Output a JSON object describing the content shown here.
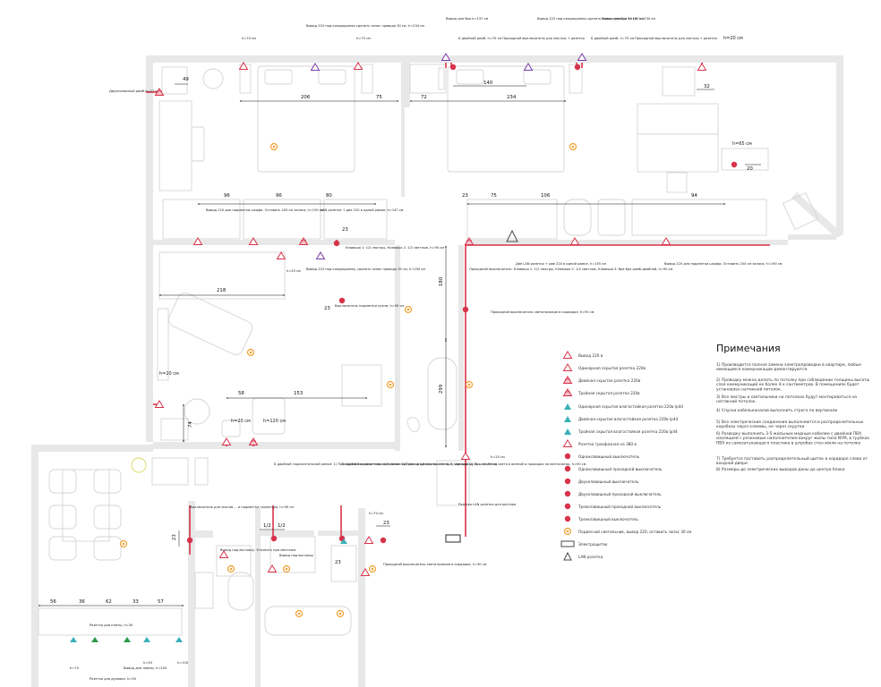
{
  "colors": {
    "wall": "#e8e8e8",
    "wire": "#d8324a",
    "lan": "#4a4a4a",
    "accent_orange": "#f0a030",
    "teal": "#3ab0b8",
    "green": "#2a9a4a",
    "dim": "#111111"
  },
  "dimensions": {
    "d49": "49",
    "d206": "206",
    "d75": "75",
    "d72": "72",
    "d140": "140",
    "d234": "234",
    "d32": "32",
    "d20": "20",
    "d96a": "96",
    "d96b": "96",
    "d80": "80",
    "d23a": "23",
    "d75b": "75",
    "d106": "106",
    "d94": "94",
    "d23b": "23",
    "d218": "218",
    "d23c": "23",
    "d180": "180",
    "d299": "299",
    "d58": "58",
    "d153": "153",
    "d74": "74",
    "d23d": "23",
    "d12a": "1/2",
    "d12b": "1/2",
    "d23e": "23",
    "d23f": "23",
    "d56": "56",
    "d36": "36",
    "d62": "62",
    "d33": "33",
    "d57": "57"
  },
  "heights": {
    "h_top_left_a": "h=70 см",
    "h_top_left_b": "h=70 см",
    "h_top_right": "h=20 см",
    "h_right_socket": "h=65 см",
    "h_corridor_left": "h=20 см",
    "h_mid_a": "h=20 см",
    "h_mid_b": "h=120 см",
    "h_bottom_right": "h=70 см",
    "h_bath_right": "h=20 см"
  },
  "callouts": {
    "c_left_double": "Двухполюсный ромб h=27 см",
    "c_top_output": "Вывод 220 под кондиционер сделать запас провода 30 см, h=234 см",
    "c_top_bra1": "Вывод для бра h=137 см",
    "c_top_double": "Б двойной ромб, h=70 см Проходной выключатель для люстры + розетка",
    "c_top_cond2": "Вывод 220 под кондиционер сделать запас провода 30 см, h=234 см",
    "c_top_bra2": "Вывод для бра h=137 см",
    "c_top_double2": "Б двойной ромб, h=70 см Проходной выключатель для люстры + розетка",
    "c_mid_tv": "Вывод 220 для подсветки шкафа. Оставить 200 см запаса, h=190 см",
    "c_mid_lan": "LAN розетка + две 220 в одной рамке, h=147 см",
    "c_mid_keys": "Клавиша 1: 1/2 люстры, Клавиша 2: 1/2 светлые, h=90 см",
    "c_mid_cond": "Вывод 220 под кондиционер, сделать запас провода 30 см, h=234 см",
    "c_mid_lan2": "Две LAN розетки + две 220 в одной рамке, h=155 см",
    "c_pass_sw": "Проходной выключатель. Клавиша 1: 1/2 люстры, Клавиша 2: 1/2 светлые, Клавиша 3: бра бра ромб-двойной, h=90 см",
    "c_right_out": "Вывод 220 для подсветки шкафа. Оставить 200 см запаса, h=190 см",
    "c_sw_kitchen": "Выключатель подсветки кухни, h=90 см",
    "c_corridor_sw": "Проходной выключатель светильников в коридоре, h=90 см",
    "c_bath_double": "Б двойной горизонтальной рамке: 1) Проходной выключатель на потолочный свет в кухне и на теп пол, зеркало. 2) Выключатель света в ванной и проходка на вентилятор, h=90 см",
    "c_bath_triple": "Б тройной горизонтальной рамке: 1) Проходной выключатель, 2) светодиод, 3) ... h=90 см",
    "c_kitchen_out": "Выключатель для листов ... и подсветки гарнитура, h=90 см",
    "c_hood": "Вывод под вытяжку. Уточнить при монтаже.",
    "c_bath_out": "Вывод под вытяжку",
    "c_bath_pass": "Проходной выключатель светильников в коридоре, h=90 см",
    "c_router": "Розетка LAN розетка для роутера",
    "c_kitchen_a": "Розетка для плиты, h=30",
    "c_kitchen_b": "Розетка для духовки, h=50",
    "c_kitchen_c": "Вывод для лампы, h=250",
    "c_kitchen_d": "h=30",
    "c_kitchen_e": "h=120",
    "c_kitchen_f": "h=70",
    "c_hall_out": "h=20 см"
  },
  "legend": {
    "title": "Примечания",
    "items": [
      {
        "icon": "output-220-icon",
        "label": "Вывод 220 в"
      },
      {
        "icon": "single-socket-icon",
        "label": "Одинарная скрытая розетка 220в"
      },
      {
        "icon": "double-socket-icon",
        "label": "Двойная скрытая розетка 220в"
      },
      {
        "icon": "triple-socket-icon",
        "label": "Тройная скрытая розетка 220в"
      },
      {
        "icon": "single-waterproof-socket-icon",
        "label": "Одинарная скрытая влагостойкая розетка 220в Ip44"
      },
      {
        "icon": "double-waterproof-socket-icon",
        "label": "Двойная скрытая влагостойкая розетка 220в Ip44"
      },
      {
        "icon": "triple-waterproof-socket-icon",
        "label": "Тройная скрытая влагостойкая розетка 220в Ip44"
      },
      {
        "icon": "stove-socket-icon",
        "label": "Розетка трехфазная на 380 в"
      },
      {
        "icon": "single-switch-icon",
        "label": "Одноклавишный выключатель"
      },
      {
        "icon": "single-pass-switch-icon",
        "label": "Одноклавишный проходной выключатель"
      },
      {
        "icon": "double-switch-icon",
        "label": "Двухклавишный выключатель"
      },
      {
        "icon": "double-pass-switch-icon",
        "label": "Двухклавишный проходной выключатель"
      },
      {
        "icon": "triple-pass-switch-icon",
        "label": "Трехклавишный проходной выключатель"
      },
      {
        "icon": "triple-switch-icon",
        "label": "Трехклавишный выключатель"
      },
      {
        "icon": "ceiling-light-icon",
        "label": "Подвесной светильник, вывод 220, оставить запас 30 см"
      },
      {
        "icon": "electric-panel-icon",
        "label": "Электрощиток"
      },
      {
        "icon": "lan-socket-icon",
        "label": "LAN розетка"
      }
    ]
  },
  "notes": [
    "1) Производится полная замена электропроводки в квартире, любые имеющиеся коммуникации демонтируются.",
    "2) Проводку можно делать по потолку при соблюдении толщины высоты слоя коммуникаций не более 4-х сантиметров. В помещениях будет установлен натяжной потолок.",
    "3) Все люстры и светильники на потолках будут монтироваться на натяжной потолок.",
    "4) Спуски кабельканалов выполнить строго по вертикали",
    "5) Все электрические соединения выполняются в распределительных коробках через клеммы, не через скрутки",
    "6) Разводку выполнить 3-5 жильным медным кабелем с двойной ПВХ изоляцией с резиновым наполнителем вокруг жилы типа NYM, в трубках ПВХ из самозатухающего пластика в штробах стен и/или на потолке",
    "7) Требуется поставить распределительный щиток в коридоре слева от входной двери",
    "8) Размеры до электрических выводов даны до центра блока"
  ]
}
